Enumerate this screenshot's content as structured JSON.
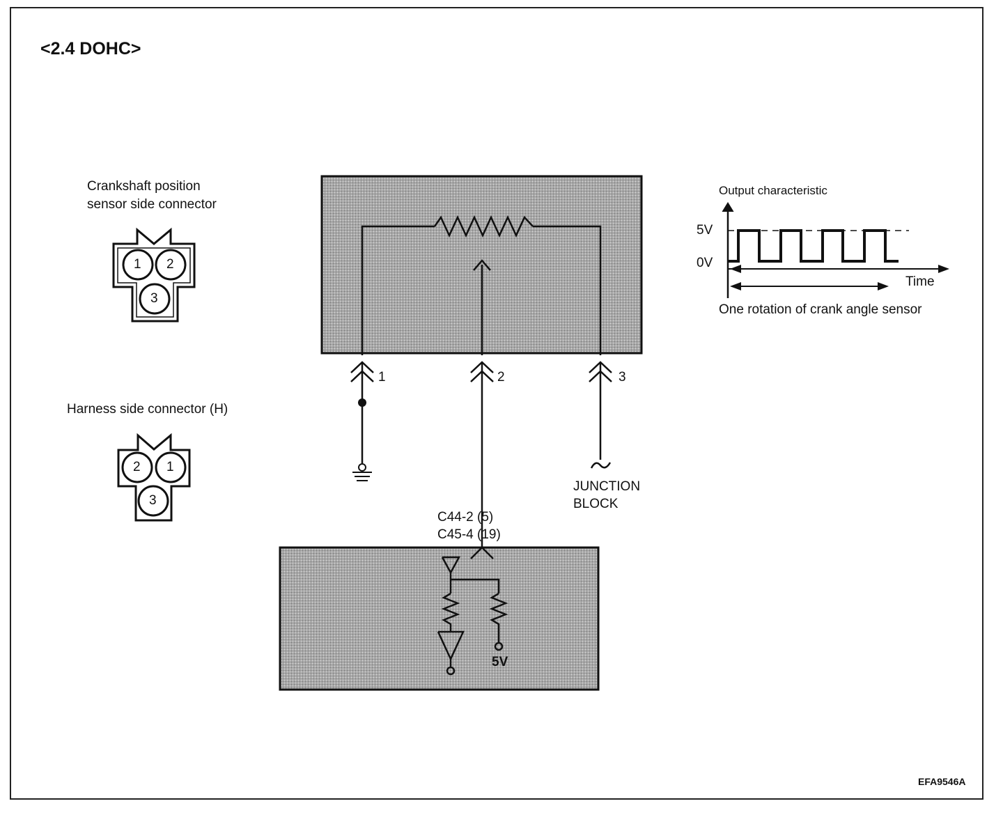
{
  "title": "<2.4 DOHC>",
  "sensor_connector": {
    "label_line1": "Crankshaft position",
    "label_line2": "sensor side connector",
    "pins": [
      "1",
      "2",
      "3"
    ]
  },
  "harness_connector": {
    "label": "Harness side connector (H)",
    "pins": [
      "2",
      "1",
      "3"
    ]
  },
  "circuit": {
    "pin_labels": [
      "1",
      "2",
      "3"
    ],
    "junction_line1": "JUNCTION",
    "junction_line2": "BLOCK",
    "ecm_pin_line1": "C44-2  (5)",
    "ecm_pin_line2": "C45-4  (19)",
    "supply_label": "5V"
  },
  "output_chart": {
    "title": "Output characteristic",
    "high_label": "5V",
    "low_label": "0V",
    "time_label": "Time",
    "rotation_label": "One rotation of crank angle sensor"
  },
  "figure_code": "EFA9546A"
}
